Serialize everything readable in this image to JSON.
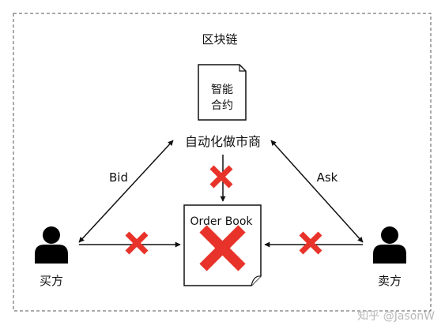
{
  "diagram": {
    "boundary_label": "区块链",
    "smart_contract_line1": "智能",
    "smart_contract_line2": "合约",
    "amm_label": "自动化做市商",
    "order_book_label": "Order Book",
    "buyer_label": "买方",
    "seller_label": "卖方",
    "bid_label": "Bid",
    "ask_label": "Ask",
    "watermark": "知乎 @JasonW"
  },
  "colors": {
    "cross": "#e8332a",
    "stroke": "#111111",
    "boundary": "#555555",
    "watermark": "#b9b9b9"
  },
  "icons": {
    "person": "person-silhouette-icon",
    "cross": "cross-mark-icon",
    "document": "document-icon"
  }
}
